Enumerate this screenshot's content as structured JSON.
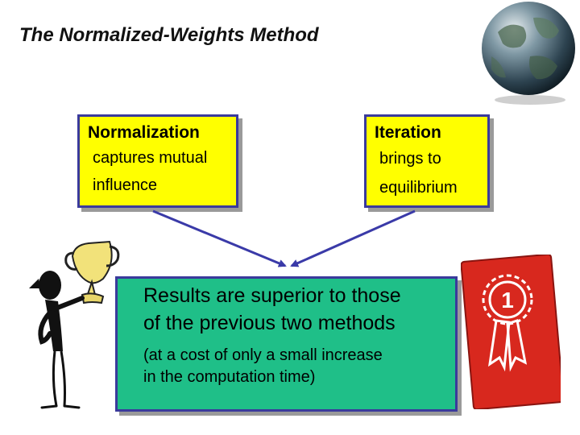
{
  "slide": {
    "title": "The Normalized-Weights Method",
    "normalization": {
      "heading": "Normalization",
      "line1": "captures mutual",
      "line2": "influence"
    },
    "iteration": {
      "heading": "Iteration",
      "line1": "brings to",
      "line2": "equilibrium"
    },
    "results": {
      "line1": "Results are superior to those",
      "line2": "of the previous two methods",
      "sub1": "(at a cost of only a small increase",
      "sub2": "in the computation time)"
    },
    "ribbon_number": "1"
  },
  "colors": {
    "yellow_box": "#ffff00",
    "green_box": "#1fbf88",
    "border": "#3a3a9c",
    "ribbon_red": "#d8281e"
  }
}
